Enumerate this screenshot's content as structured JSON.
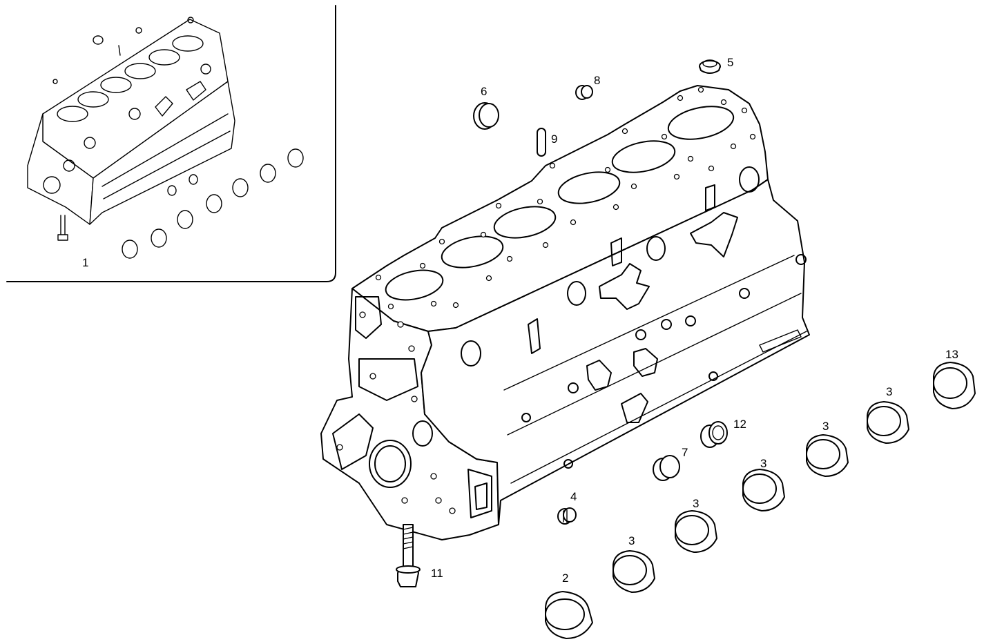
{
  "callouts": {
    "c1": "1",
    "c2": "2",
    "c3": "3",
    "c4": "4",
    "c5": "5",
    "c6": "6",
    "c7": "7",
    "c8": "8",
    "c9": "9",
    "c11": "11",
    "c12": "12",
    "c13": "13"
  }
}
